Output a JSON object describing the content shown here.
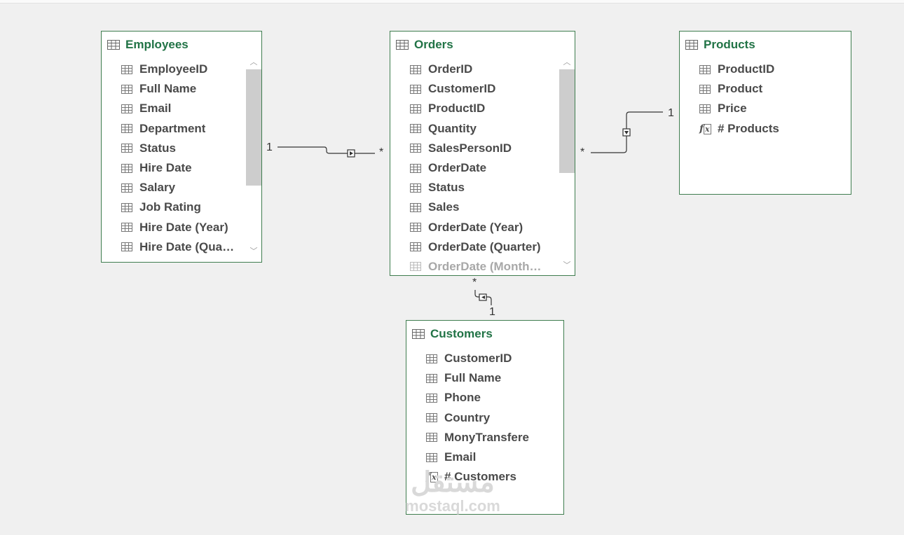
{
  "tables": {
    "employees": {
      "title": "Employees",
      "fields": [
        "EmployeeID",
        "Full Name",
        "Email",
        "Department",
        "Status",
        "Hire Date",
        "Salary",
        "Job Rating",
        "Hire Date (Year)",
        "Hire Date (Qua…"
      ]
    },
    "orders": {
      "title": "Orders",
      "fields": [
        "OrderID",
        "CustomerID",
        "ProductID",
        "Quantity",
        "SalesPersonID",
        "OrderDate",
        "Status",
        "Sales",
        "OrderDate (Year)",
        "OrderDate (Quarter)",
        "OrderDate (Month…"
      ]
    },
    "products": {
      "title": "Products",
      "fields": [
        "ProductID",
        "Product",
        "Price"
      ],
      "measures": [
        "# Products"
      ]
    },
    "customers": {
      "title": "Customers",
      "fields": [
        "CustomerID",
        "Full Name",
        "Phone",
        "Country",
        "MonyTransfere",
        "Email"
      ],
      "measures": [
        "# Customers"
      ]
    }
  },
  "relationships": {
    "employees_orders": {
      "one": "1",
      "many": "*"
    },
    "orders_products": {
      "one": "1",
      "many": "*"
    },
    "orders_customers": {
      "one": "1",
      "many": "*"
    }
  },
  "icons": {
    "table": "table-grid-icon",
    "measure": "fx-measure-icon",
    "scroll_up": "chevron-up-icon",
    "scroll_down": "chevron-down-icon"
  },
  "colors": {
    "border": "#3f7d4f",
    "title": "#217346",
    "background": "#f0f0f0"
  },
  "watermark": {
    "arabic": "مستقل",
    "latin": "mostaql.com"
  }
}
